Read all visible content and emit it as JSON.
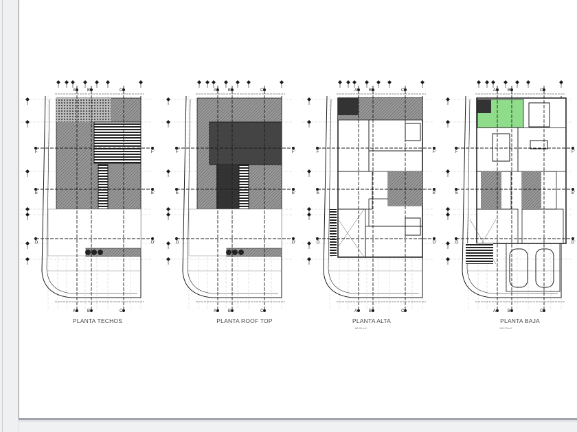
{
  "document": {
    "plans": [
      {
        "title": "PLANTA TECHOS",
        "area": "",
        "type": "techos"
      },
      {
        "title": "PLANTA ROOF TOP",
        "area": "",
        "type": "rooftop"
      },
      {
        "title": "PLANTA ALTA",
        "area": "86.28 m2",
        "type": "alta"
      },
      {
        "title": "PLANTA BAJA",
        "area": "115.23 m2",
        "type": "baja"
      }
    ],
    "grid_labels": {
      "top": [
        "A'",
        "B'",
        "C'"
      ],
      "bottom": [
        "A",
        "B",
        "C"
      ],
      "left": [
        "F",
        "E",
        "D"
      ],
      "right": [
        "F'",
        "E'",
        "D'"
      ]
    }
  },
  "colors": {
    "ink": "#1a1a1a",
    "hatch": "#6b6b6b",
    "garden": "#8fdc8a",
    "sheet_border": "#8b8f93"
  }
}
